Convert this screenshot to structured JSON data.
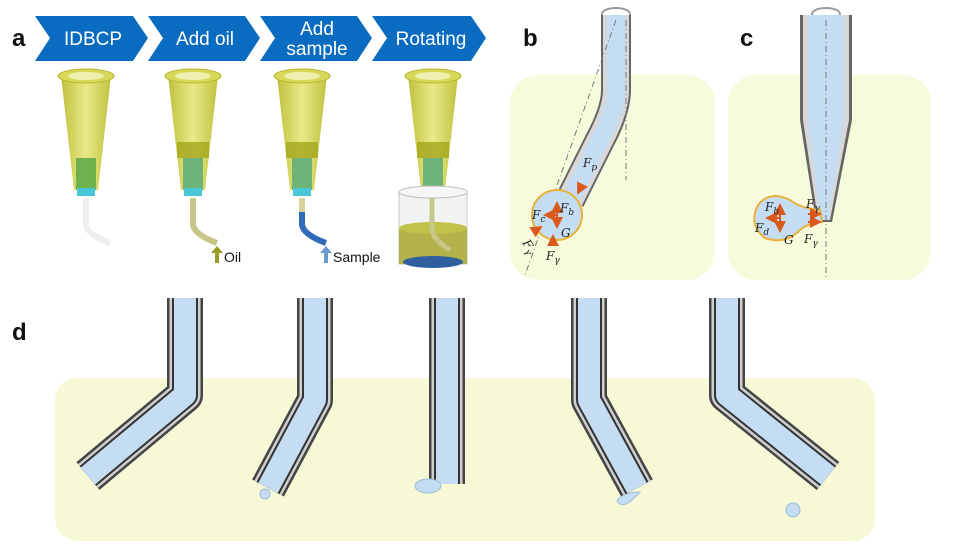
{
  "panels": {
    "a": "a",
    "b": "b",
    "c": "c",
    "d": "d"
  },
  "steps": [
    {
      "line1": "IDBCP",
      "line2": ""
    },
    {
      "line1": "Add oil",
      "line2": ""
    },
    {
      "line1": "Add",
      "line2": "sample"
    },
    {
      "line1": "Rotating",
      "line2": ""
    }
  ],
  "annotations": {
    "oil": "Oil",
    "sample": "Sample"
  },
  "forces_b": {
    "Fp": {
      "main": "F",
      "sub": "p"
    },
    "Fb": {
      "main": "F",
      "sub": "b"
    },
    "Fc": {
      "main": "F",
      "sub": "c"
    },
    "G": {
      "main": "G",
      "sub": ""
    },
    "Fy1": {
      "main": "F",
      "sub": "γ"
    },
    "Fy2": {
      "main": "F",
      "sub": "γ"
    }
  },
  "forces_c": {
    "Fb": {
      "main": "F",
      "sub": "b"
    },
    "Fd": {
      "main": "F",
      "sub": "d"
    },
    "G": {
      "main": "G",
      "sub": ""
    },
    "Fy1": {
      "main": "F",
      "sub": "γ"
    },
    "Fy2": {
      "main": "F",
      "sub": "γ"
    }
  },
  "colors": {
    "chevron": "#0a6cc0",
    "tip_body": "#c9cc3c",
    "oil": "#a8a63a",
    "sample": "#3a78c4",
    "liquid": "#c5ddf2",
    "panel_bg": "#f8fadc",
    "force_arrow": "#d9591c",
    "droplet_edge": "#e8b23a"
  }
}
